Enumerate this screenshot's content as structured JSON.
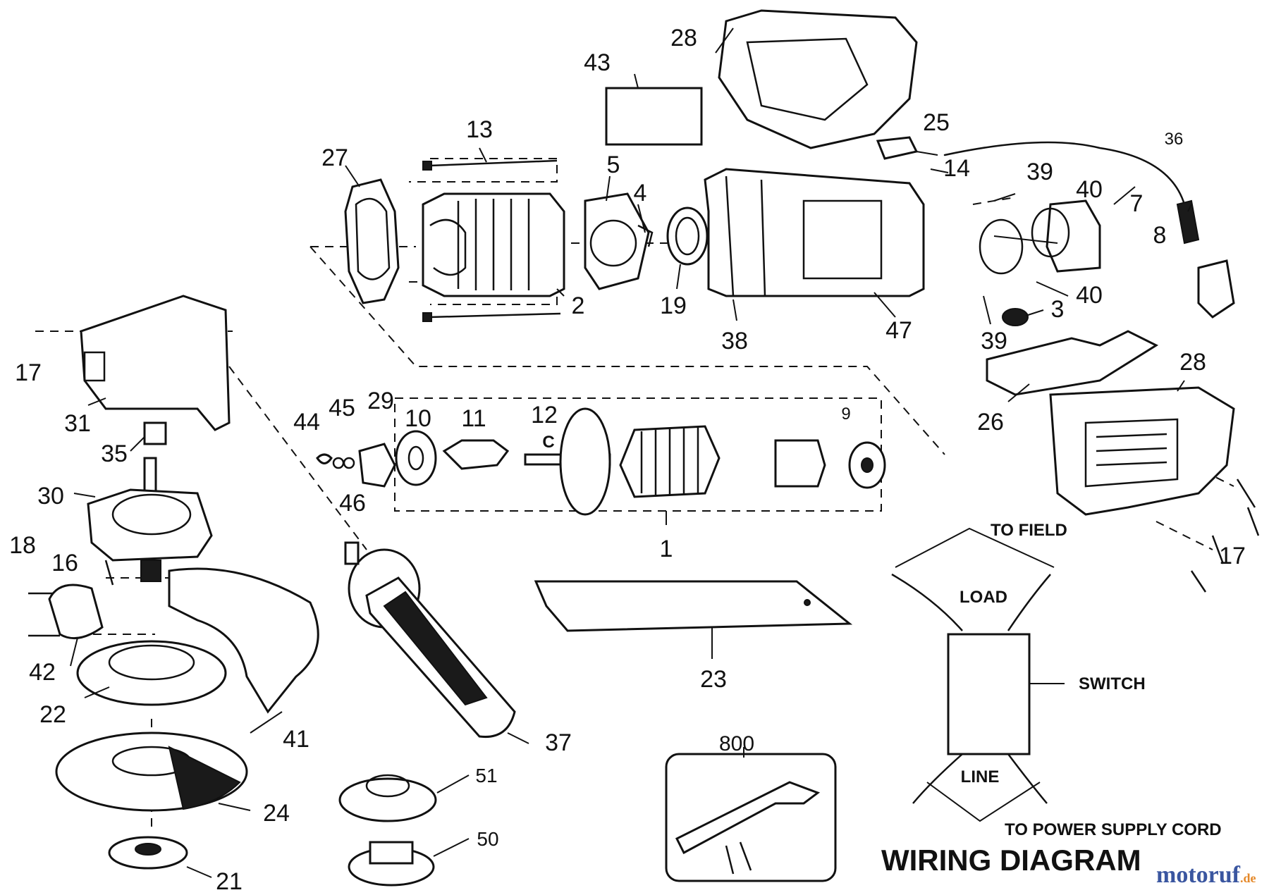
{
  "labels": {
    "p1": "1",
    "p2": "2",
    "p3": "3",
    "p4": "4",
    "p5": "5",
    "p7": "7",
    "p8": "8",
    "p9": "9",
    "p10": "10",
    "p11": "11",
    "p12": "12",
    "p12c": "C",
    "p13": "13",
    "p14": "14",
    "p16": "16",
    "p17a": "17",
    "p17b": "17",
    "p18": "18",
    "p19": "19",
    "p21": "21",
    "p22": "22",
    "p23": "23",
    "p24": "24",
    "p25": "25",
    "p26": "26",
    "p27": "27",
    "p28a": "28",
    "p28b": "28",
    "p29": "29",
    "p30": "30",
    "p31": "31",
    "p35": "35",
    "p36": "36",
    "p37": "37",
    "p38": "38",
    "p39a": "39",
    "p39b": "39",
    "p40a": "40",
    "p40b": "40",
    "p41": "41",
    "p42": "42",
    "p43": "43",
    "p44": "44",
    "p45": "45",
    "p46": "46",
    "p47": "47",
    "p50": "50",
    "p51": "51",
    "p800": "800"
  },
  "wiring": {
    "title": "WIRING DIAGRAM",
    "to_field": "TO FIELD",
    "load": "LOAD",
    "switch": "SWITCH",
    "line": "LINE",
    "to_power": "TO POWER SUPPLY CORD"
  },
  "watermark": "motoruf",
  "watermark_suffix": ".de",
  "colors": {
    "ink": "#111111",
    "brand_blue": "#3a56a0",
    "brand_orange": "#e5892a"
  }
}
